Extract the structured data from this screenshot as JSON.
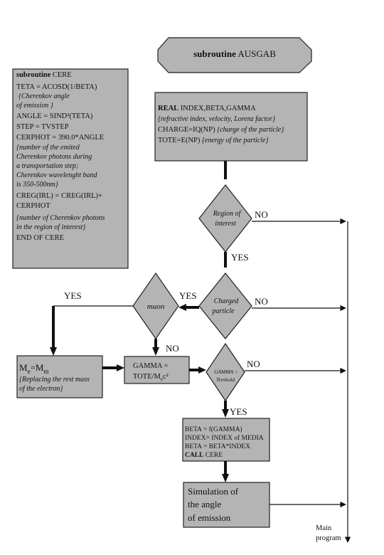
{
  "title": {
    "bold": "subroutine",
    "rest": "AUSGAB"
  },
  "cere_box": [
    {
      "b": "subroutine",
      "t": "CERE"
    },
    {
      "t": "TETA = ACOSD(1/BETA)"
    },
    {
      "i": "{Cherenkov angle"
    },
    {
      "i": "of emission }"
    },
    {
      "t": "ANGLE = SIND²(TETA)"
    },
    {
      "t": "STEP = TVSTEP"
    },
    {
      "t": "CERPHOT = 390.0*ANGLE"
    },
    {
      "i": "{number of the emited"
    },
    {
      "i": "Cherenkov photons during"
    },
    {
      "i": "a transportation step;"
    },
    {
      "i": "Cherenkov wavelenght band"
    },
    {
      "i": "is 350-500nm}"
    },
    {
      "t": "CREG(IRL) = CREG(IRL)+"
    },
    {
      "t": "CERPHOT"
    },
    {
      "i": "{number of Cherenkov photons"
    },
    {
      "i": "in the region of interest}"
    },
    {
      "t": "END OF CERE"
    }
  ],
  "real_box": [
    {
      "b": "REAL",
      "t": "INDEX,BETA,GAMMA"
    },
    {
      "i": "{refractive index, velocity, Lorenz factor}"
    },
    {
      "t": "CHARGE=IQ(NP)",
      "i": "{charge of the particle}"
    },
    {
      "t": "TOTE=E(NP)",
      "i": "{energy of the particle}"
    }
  ],
  "decisions": {
    "region": [
      "Region of",
      "interest"
    ],
    "charged": [
      "Charged",
      "particle"
    ],
    "muon": "muon",
    "gamma": [
      "GAMMA >",
      "Treshold"
    ]
  },
  "labels": {
    "no": "NO",
    "yes": "YES"
  },
  "me_box": {
    "main": "M",
    "sub_e": "e",
    "eq": "=M",
    "sub_m": "m",
    "note": [
      "{Replacing the rest mass",
      "of the electron}"
    ]
  },
  "gamma_box": [
    "GAMMA =",
    "TOTE/M",
    "e",
    "c²"
  ],
  "beta_box": [
    {
      "t": "BETA = f(GAMMA)"
    },
    {
      "t": "INDEX= INDEX of MEDIA"
    },
    {
      "t": "BETA = BETA*INDEX"
    },
    {
      "b": "CALL",
      "t": "CERE"
    }
  ],
  "sim_box": [
    "Simulation of",
    "the angle",
    "of emission"
  ],
  "main_program": [
    "Main",
    "program"
  ]
}
